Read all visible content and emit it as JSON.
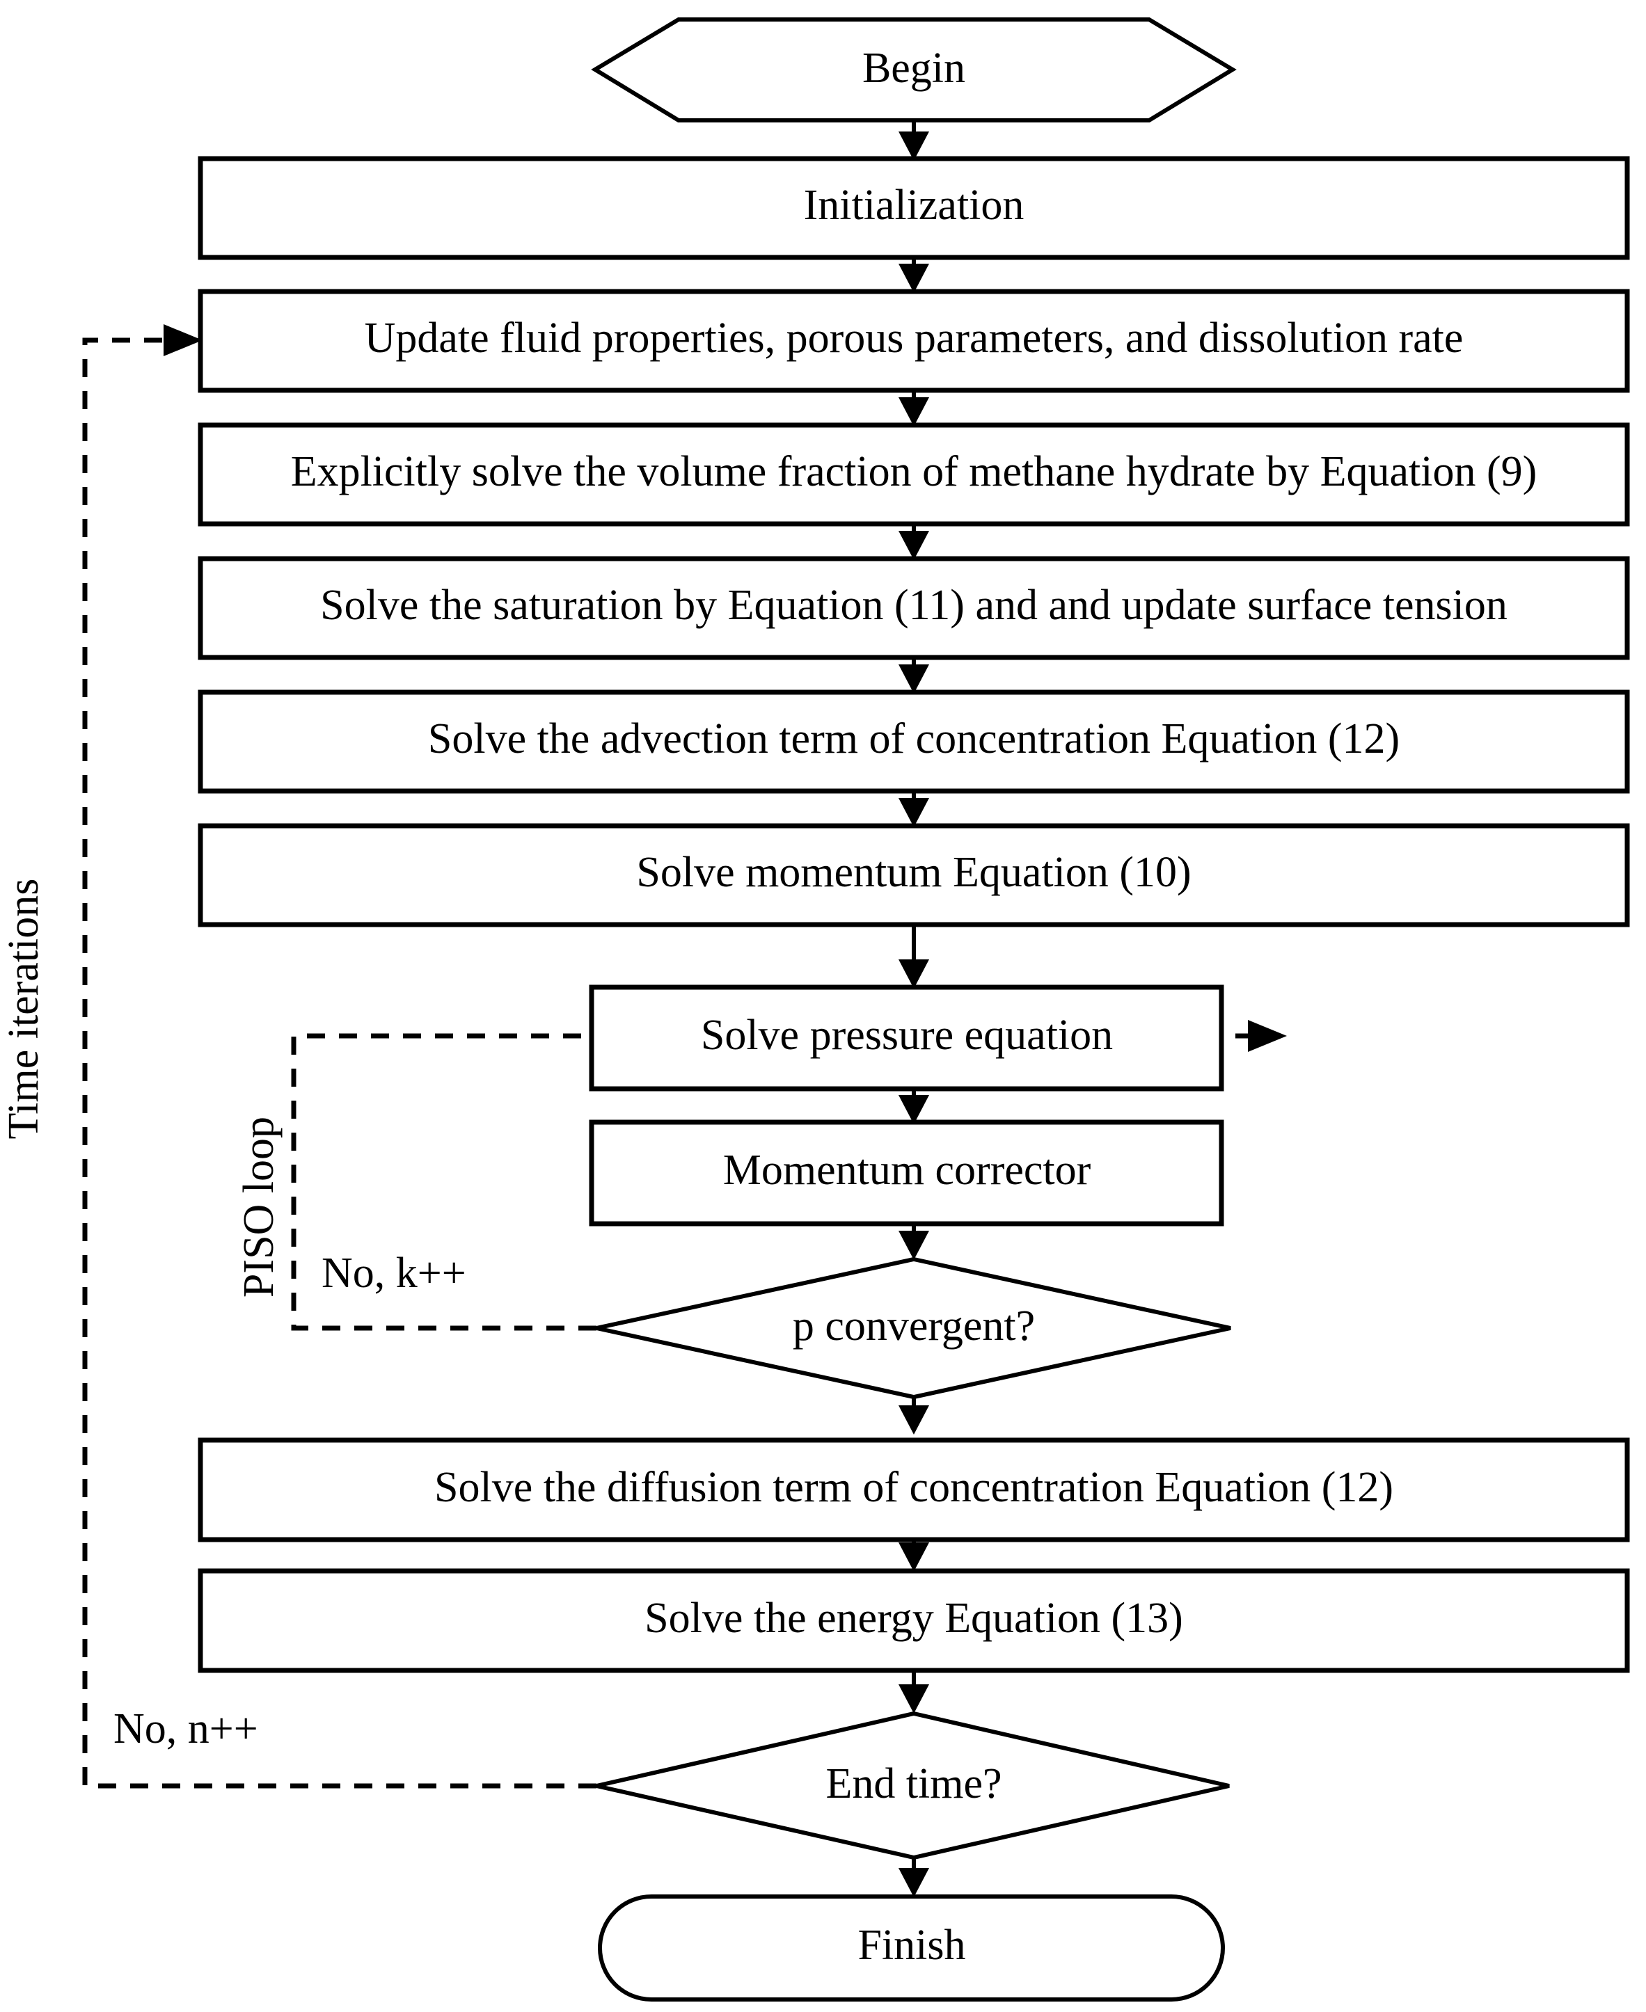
{
  "diagram": {
    "title": "CFD solver algorithm flowchart",
    "background_color": "#ffffff",
    "line_color": "#000000"
  },
  "nodes": {
    "begin": {
      "label": "Begin",
      "shape": "hexagon"
    },
    "initialization": {
      "label": "Initialization",
      "shape": "process"
    },
    "update_properties": {
      "label": "Update fluid properties, porous parameters, and dissolution rate",
      "shape": "process"
    },
    "volume_fraction": {
      "label": "Explicitly solve the volume fraction of methane hydrate by Equation (9)",
      "shape": "process"
    },
    "saturation": {
      "label": "Solve the saturation by Equation (11) and and update  surface tension",
      "shape": "process"
    },
    "advection": {
      "label": "Solve the advection term of concentration Equation (12)",
      "shape": "process"
    },
    "momentum": {
      "label": "Solve momentum Equation (10)",
      "shape": "process"
    },
    "pressure": {
      "label": "Solve pressure equation",
      "shape": "process"
    },
    "momentum_corrector": {
      "label": "Momentum corrector",
      "shape": "process"
    },
    "p_convergent": {
      "label": "p convergent?",
      "shape": "decision"
    },
    "diffusion": {
      "label": "Solve the diffusion  term of concentration Equation (12)",
      "shape": "process"
    },
    "energy": {
      "label": "Solve the energy Equation (13)",
      "shape": "process"
    },
    "end_time": {
      "label": "End time?",
      "shape": "decision"
    },
    "finish": {
      "label": "Finish",
      "shape": "terminator"
    }
  },
  "edge_labels": {
    "piso_no": "No, k++",
    "time_no": "No, n++"
  },
  "loop_labels": {
    "time_iterations": "Time iterations",
    "piso_loop": "PISO loop"
  }
}
